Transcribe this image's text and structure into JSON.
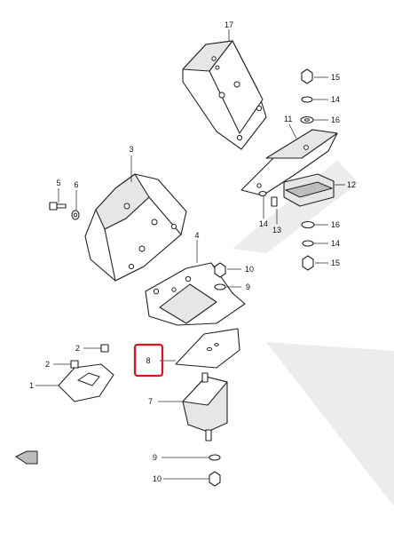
{
  "diagram": {
    "labels": {
      "p1": "1",
      "p2a": "2",
      "p2b": "2",
      "p3": "3",
      "p4": "4",
      "p5": "5",
      "p6": "6",
      "p7": "7",
      "p8": "8",
      "p9a": "9",
      "p9b": "9",
      "p10a": "10",
      "p10b": "10",
      "p11": "11",
      "p12": "12",
      "p13": "13",
      "p14a": "14",
      "p14b": "14",
      "p14c": "14",
      "p15a": "15",
      "p15b": "15",
      "p16a": "16",
      "p16b": "16",
      "p17": "17"
    },
    "highlighted_part": "8",
    "highlight_color": "#e0101e",
    "watermark_color": "#ececec"
  }
}
